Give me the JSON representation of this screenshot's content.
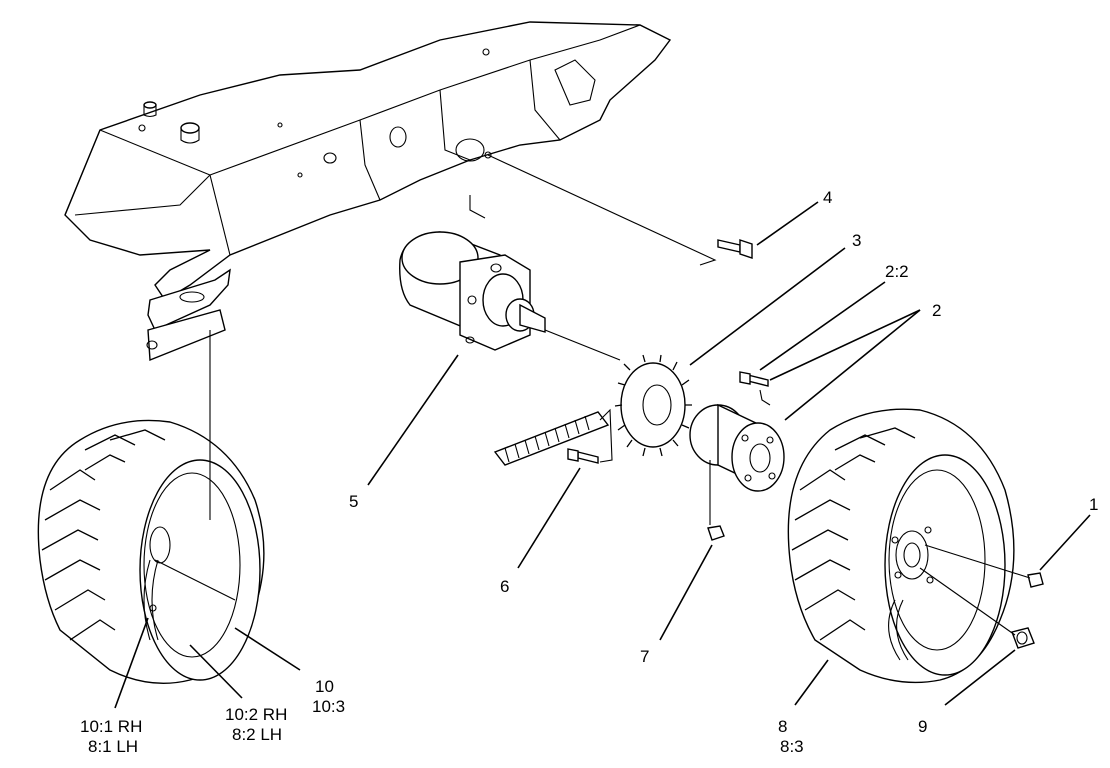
{
  "callouts": {
    "c1": "1",
    "c2": "2",
    "c2_2": "2:2",
    "c3": "3",
    "c4": "4",
    "c5": "5",
    "c6": "6",
    "c7": "7",
    "c8_a": "8",
    "c8_b": "8:3",
    "c9": "9",
    "c10_a": "10",
    "c10_b": "10:3",
    "c10_1a": "10:1 RH",
    "c10_1b": "8:1 LH",
    "c10_2a": "10:2 RH",
    "c10_2b": "8:2 LH"
  }
}
